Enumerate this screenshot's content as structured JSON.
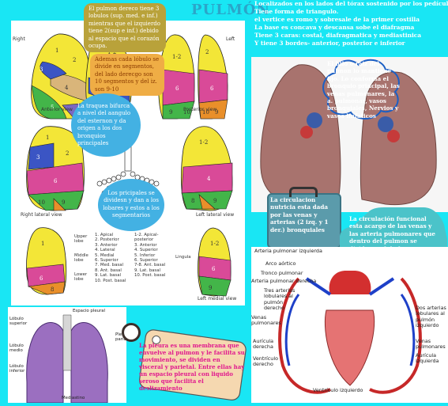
{
  "title": "PULMÓN",
  "top_notes": [
    "Localizados en los lados del tórax sostenido por los pedículos.",
    "Tiene forma de triangulo.",
    "el vertice es romo y sobresale de la primer costilla",
    "La base es concava y descansa sobe el diafragma",
    "Tiene 3 caras: costal, diafragmatica y mediastinica",
    "Y tiene 3 bordes- anterior, posterior e inferior"
  ],
  "bubble_right_lung": "El pulmon dereco tiene 3 lobulos (sup. med. e inf.) mientras que el izquierdo tiene 2(sup e inf.) debido al espacio que el corazón ocupa.",
  "bubble_segments": "Ademas cada lóbulo se divide en segmentos, del lado derecgo son 10 segmentos y del iz. son 9-10",
  "bubble_trachea": "La traquea bifurca a nivel del aangulo del esternon y da origen a los dos bronquios principales",
  "bubble_bronchi": "Los pricipales se dividesn y dan a los lobares y estos a los segmentarios",
  "cloud_text": "El hilo o raiz del pulmon lo mantiene fijo. Lo conforma el bronquio principal, las venas pulmonares, la a. pulmonar, vasos bronquiales, Nervios y vasos linfaticos",
  "suitcase_text": "La circulacion nutricia esta dada por las venas y arterias (2 izq. y 1 der.) bronquiales",
  "car_text": "La circulación funcional esta acargo de las venas y las arteria pulmonares que dentro del pulmon se dividen en lobulares y segmentarias",
  "tag_text": "La pleura es una membrana que envuelve al pulmon y le facilita su movimiento, se dividen en visceral y parietal. Entre ellas hay un espacio pleural con liquido seroso que facilita el deslizamiento",
  "segment_views": {
    "anterior": "Anterior view",
    "posterior": "Posterior view",
    "right_lateral": "Right lateral view",
    "left_lateral": "Left lateral view",
    "left_medial": "Left medial view",
    "right": "Right",
    "left": "Left"
  },
  "segment_table": {
    "upper_lobe": "Upper lobe",
    "middle_lobe": "Middle lobe",
    "lower_lobe": "Lower lobe",
    "lingula": "Lingula",
    "right_list": [
      "1. Apical",
      "2. Posterior",
      "3. Anterior",
      "4. Lateral",
      "5. Medial",
      "6. Superior",
      "7. Med. basal",
      "8. Ant. basal",
      "9. Lat. basal",
      "10. Post. basal"
    ],
    "left_list": [
      "1-2. Apical-posterior",
      "3. Anterior",
      "4. Superior",
      "5. Inferior",
      "6. Superior",
      "7-8. Ant. basal",
      "9. Lat. basal",
      "10. Post. basal"
    ]
  },
  "pleura_labels": {
    "espacio": "Espacio pleural",
    "sup": "Lóbulo superior",
    "medio": "Lóbulo medio",
    "inf": "Lóbulo inferior",
    "media": "Mediastino",
    "ples": "Pleura parietal"
  },
  "heart_labels": {
    "arteria_izq": "Arteria pulmonar izquierda",
    "arco": "Arco aórtico",
    "tronco": "Tronco pulmonar",
    "arteria_der": "Arteria pulmonar derecha",
    "tres": "Tres arterias lobulares al pulmón derecho",
    "venas_pul_l": "Venas pulmonares",
    "auricula_der": "Aurícula derecha",
    "ventriculo_der": "Ventrículo derecho",
    "ventriculo_izq": "Ventrículo izquierdo",
    "dos": "Dos arterias lobulares al pulmón izquierdo",
    "venas_pul_r": "Venas pulmonares",
    "auricula_izq": "Aurícula izquierda"
  },
  "colors": {
    "background": "#19e6f4",
    "olive": "#b9a23a",
    "orange": "#efad45",
    "bubble_blue": "#43b1e3",
    "car": "#4bc3c9",
    "suitcase": "#5b9bab",
    "tag_pink": "#e0188e"
  }
}
